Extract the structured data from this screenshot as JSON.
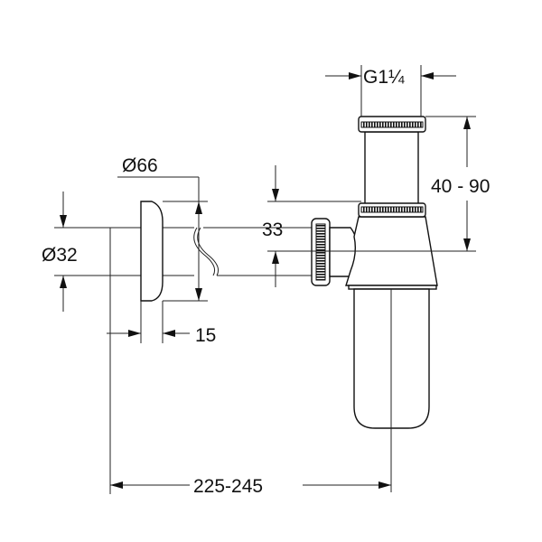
{
  "drawing": {
    "thread_label": "G1¼",
    "height_range_label": "40 - 90",
    "flange_diameter_label": "Ø66",
    "pipe_diameter_label": "Ø32",
    "offset_label": "33",
    "flange_width_label": "15",
    "length_range_label": "225-245",
    "line_color": "#111111"
  }
}
